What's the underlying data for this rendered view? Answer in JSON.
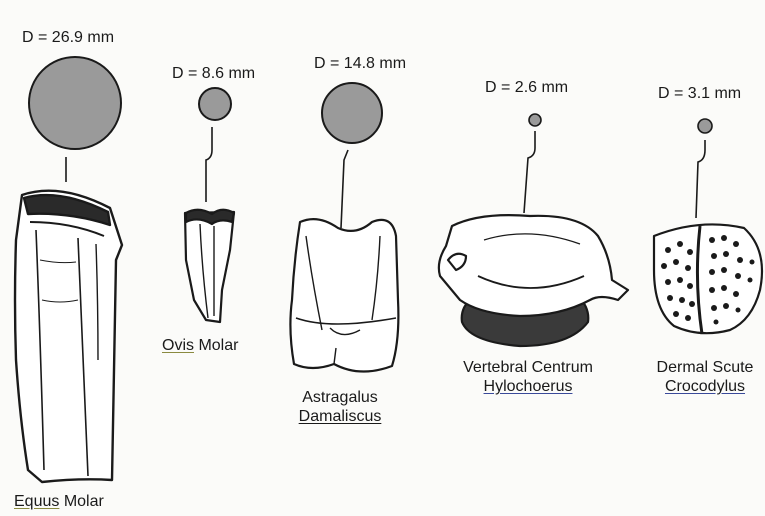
{
  "specimens": [
    {
      "id": "equus",
      "diameter_label": "D = 26.9 mm",
      "diameter_mm": 26.9,
      "genus": "Equus",
      "element": "Molar"
    },
    {
      "id": "ovis",
      "diameter_label": "D = 8.6 mm",
      "diameter_mm": 8.6,
      "genus": "Ovis",
      "element": "Molar"
    },
    {
      "id": "damaliscus",
      "diameter_label": "D = 14.8 mm",
      "diameter_mm": 14.8,
      "genus": "Damaliscus",
      "element": "Astragalus"
    },
    {
      "id": "hylochoerus",
      "diameter_label": "D = 2.6 mm",
      "diameter_mm": 2.6,
      "genus": "Hylochoerus",
      "element": "Vertebral Centrum"
    },
    {
      "id": "crocodylus",
      "diameter_label": "D = 3.1 mm",
      "diameter_mm": 3.1,
      "genus": "Crocodylus",
      "element": "Dermal Scute"
    }
  ],
  "colors": {
    "circle_fill": "#9a9a9a",
    "ink": "#1a1a1a",
    "underline_blue": "#3a4a9a",
    "underline_olive": "#8a8a40"
  }
}
